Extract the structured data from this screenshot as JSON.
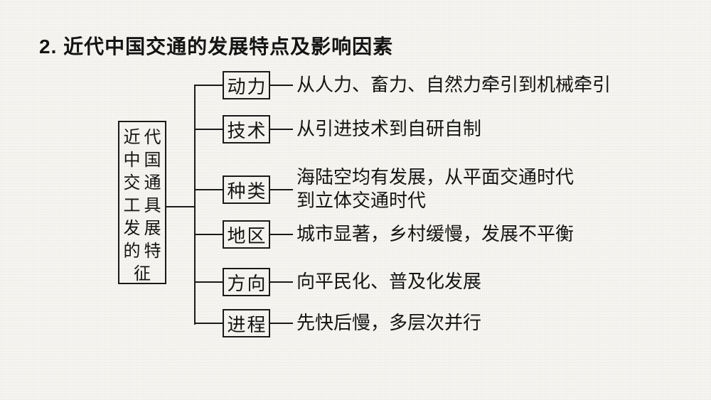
{
  "title": "2. 近代中国交通的发展特点及影响因素",
  "diagram": {
    "root": {
      "label": "近代中国交通工具发展的特征",
      "lines": [
        "近代",
        "中国",
        "交通",
        "工具",
        "发展",
        "的特",
        "征"
      ]
    },
    "branches": [
      {
        "label": "动力",
        "desc": [
          "从人力、畜力、自然力牵引到机械牵引"
        ]
      },
      {
        "label": "技术",
        "desc": [
          "从引进技术到自研自制"
        ]
      },
      {
        "label": "种类",
        "desc": [
          "海陆空均有发展，从平面交通时代",
          "到立体交通时代"
        ]
      },
      {
        "label": "地区",
        "desc": [
          "城市显著，乡村缓慢，发展不平衡"
        ]
      },
      {
        "label": "方向",
        "desc": [
          "向平民化、普及化发展"
        ]
      },
      {
        "label": "进程",
        "desc": [
          "先快后慢，多层次并行"
        ]
      }
    ]
  },
  "colors": {
    "background": "#f6f5f1",
    "line": "#1a1a1a",
    "text": "#141414"
  }
}
